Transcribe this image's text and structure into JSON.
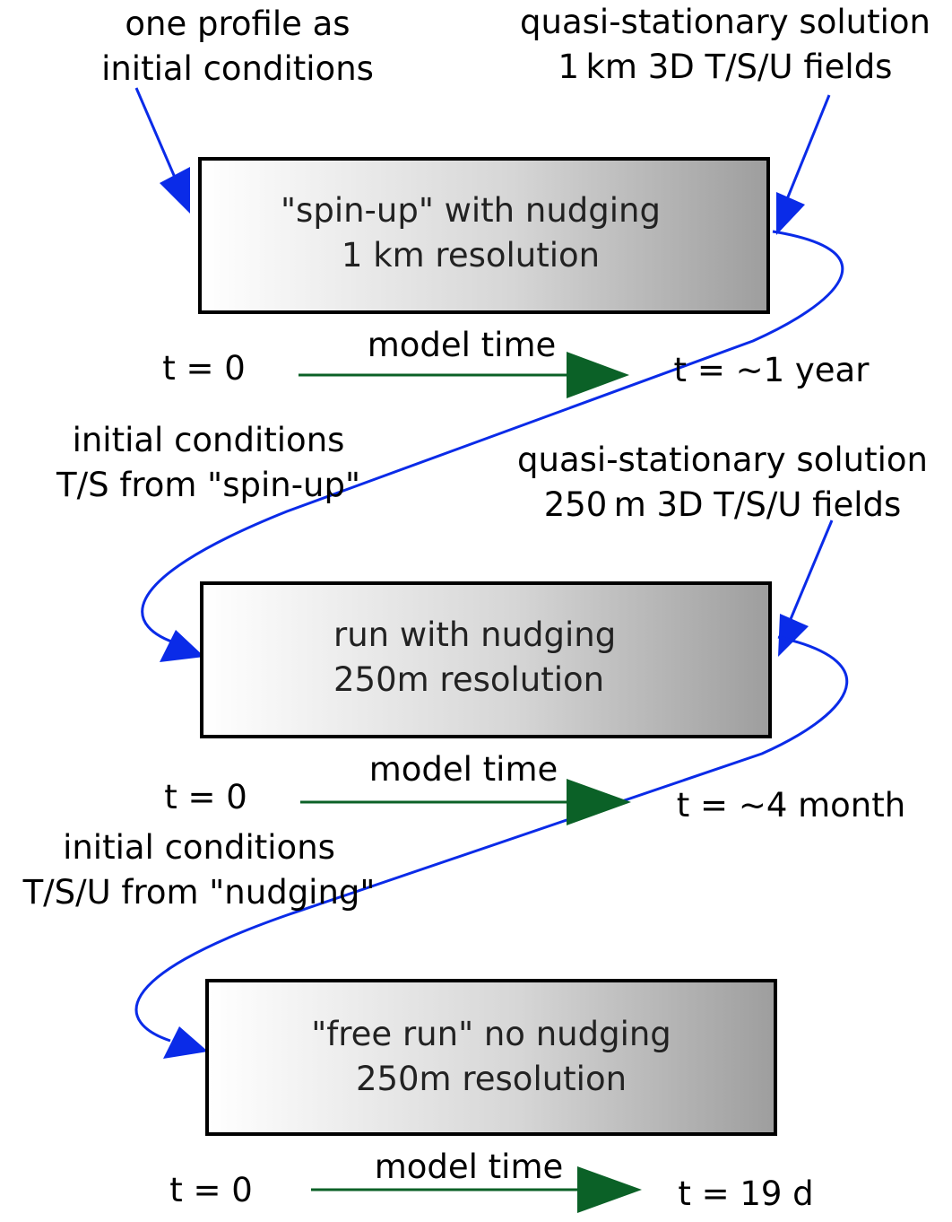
{
  "top_left_note": [
    "one profile as",
    "initial conditions"
  ],
  "top_right_note": [
    "quasi-stationary solution",
    "1 km 3D T/S/U fields"
  ],
  "stage1": {
    "box_lines": [
      "\"spin-up\" with nudging",
      "1 km resolution"
    ],
    "t_start": "t = 0",
    "arrow_label": "model time",
    "t_end": "t = ~1 year"
  },
  "ic1_note": [
    "initial conditions",
    "T/S from \"spin-up\""
  ],
  "mid_right_note": [
    "quasi-stationary solution",
    "250 m 3D T/S/U fields"
  ],
  "stage2": {
    "box_lines": [
      "run with nudging",
      "250m resolution"
    ],
    "t_start": "t = 0",
    "arrow_label": "model time",
    "t_end": "t = ~4 month"
  },
  "ic2_note": [
    "initial conditions",
    "T/S/U from \"nudging\""
  ],
  "stage3": {
    "box_lines": [
      "\"free run\" no nudging",
      "250m resolution"
    ],
    "t_start": "t = 0",
    "arrow_label": "model time",
    "t_end": "t = 19 d"
  },
  "colors": {
    "flow_arrow": "#0a2be8",
    "time_arrow": "#0b6127",
    "box_border": "#000000"
  }
}
